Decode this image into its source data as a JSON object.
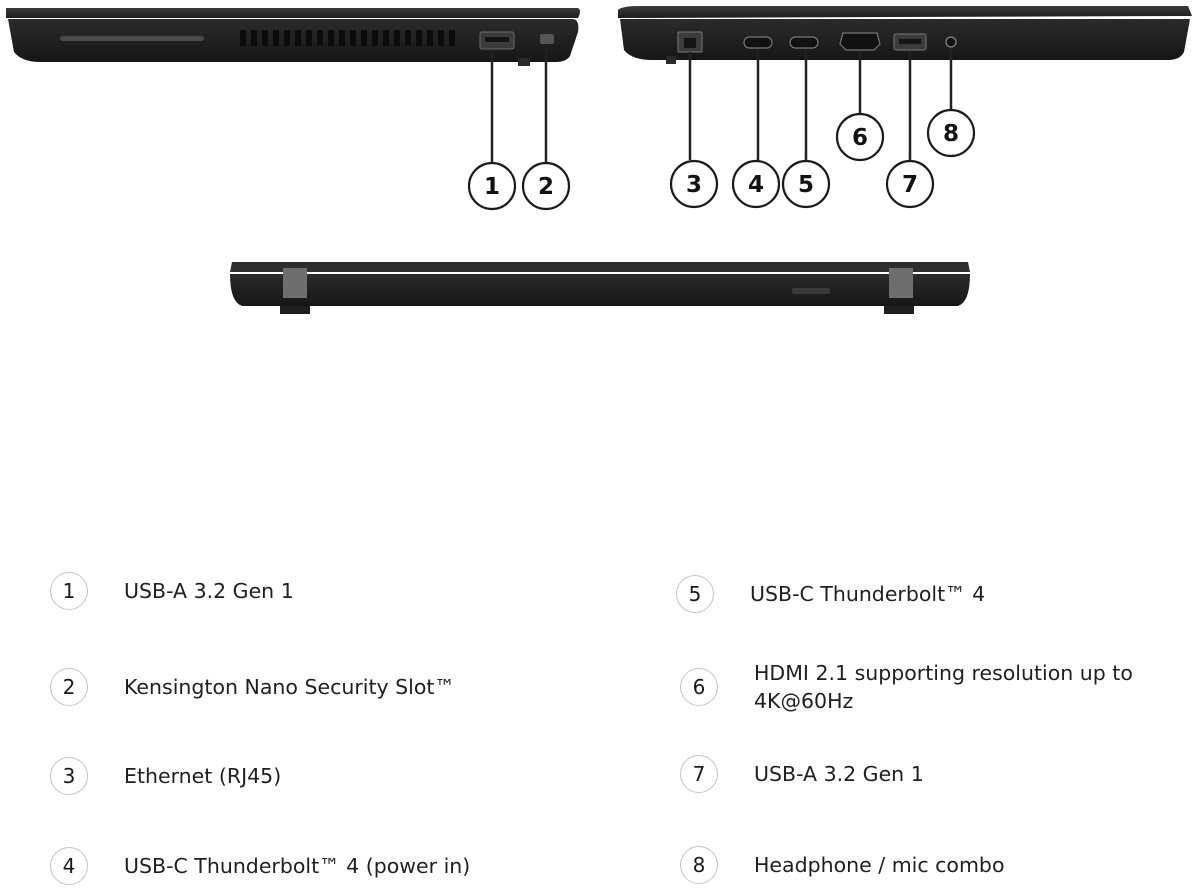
{
  "callouts": [
    "1",
    "2",
    "3",
    "4",
    "5",
    "6",
    "7",
    "8"
  ],
  "legend": [
    {
      "number": "1",
      "lines": [
        "USB-A 3.2 Gen 1"
      ]
    },
    {
      "number": "2",
      "lines": [
        "Kensington Nano Security Slot™"
      ]
    },
    {
      "number": "3",
      "lines": [
        "Ethernet (RJ45)"
      ]
    },
    {
      "number": "4",
      "lines": [
        "USB-C Thunderbolt™ 4 (power in)"
      ]
    },
    {
      "number": "5",
      "lines": [
        "USB-C Thunderbolt™ 4"
      ]
    },
    {
      "number": "6",
      "lines": [
        "HDMI 2.1 supporting resolution up to",
        "4K@60Hz"
      ]
    },
    {
      "number": "7",
      "lines": [
        "USB-A 3.2 Gen 1"
      ]
    },
    {
      "number": "8",
      "lines": [
        "Headphone / mic combo"
      ]
    }
  ],
  "colors": {
    "chassis": "#1d1d1d",
    "hinge": "#6e6e6e",
    "callout_ring": "#1a1a1a",
    "legend_ring": "#c4c4c4"
  },
  "icons": [
    "laptop-left-side",
    "laptop-right-side",
    "laptop-rear-side"
  ]
}
